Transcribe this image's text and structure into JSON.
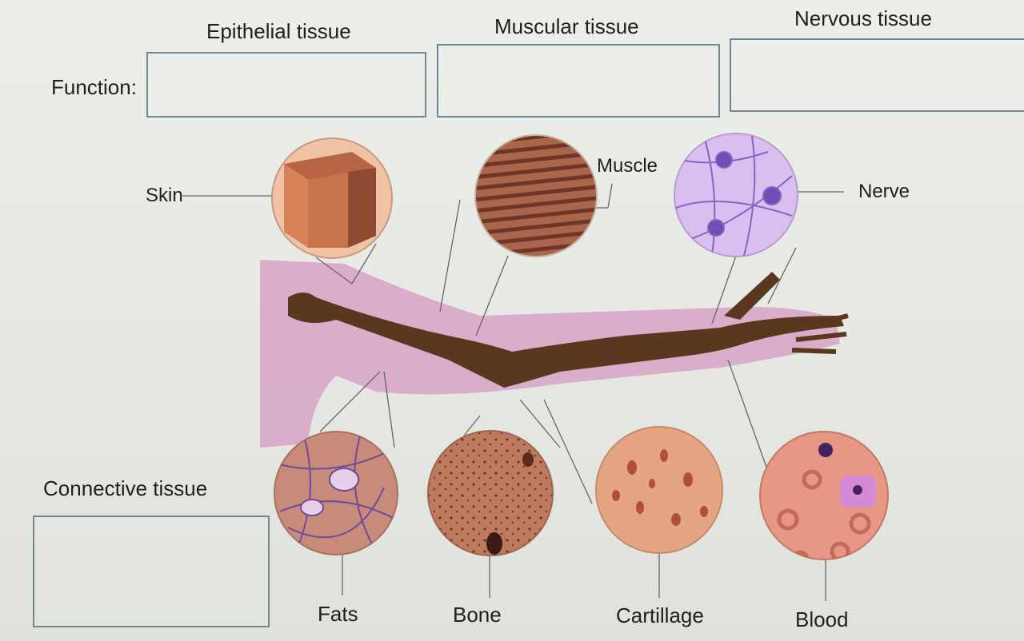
{
  "headers": {
    "epithelial": "Epithelial tissue",
    "muscular": "Muscular tissue",
    "nervous": "Nervous tissue",
    "function_label": "Function:",
    "connective": "Connective tissue"
  },
  "labels": {
    "skin": "Skin",
    "muscle": "Muscle",
    "nerve": "Nerve",
    "fats": "Fats",
    "bone": "Bone",
    "cartilage": "Cartillage",
    "blood": "Blood"
  },
  "colors": {
    "box_border": "#6f8a8f",
    "arm": "#d7a3c6",
    "skeleton": "#5a3820",
    "skin_tissue": "#d9825a",
    "muscle_tissue": "#9b5a43",
    "nerve_tissue": "#c9a6e3",
    "fat_tissue": "#c88a79",
    "bone_tissue": "#b77258",
    "cartilage_tissue": "#e6a582",
    "blood_tissue": "#e79884"
  }
}
